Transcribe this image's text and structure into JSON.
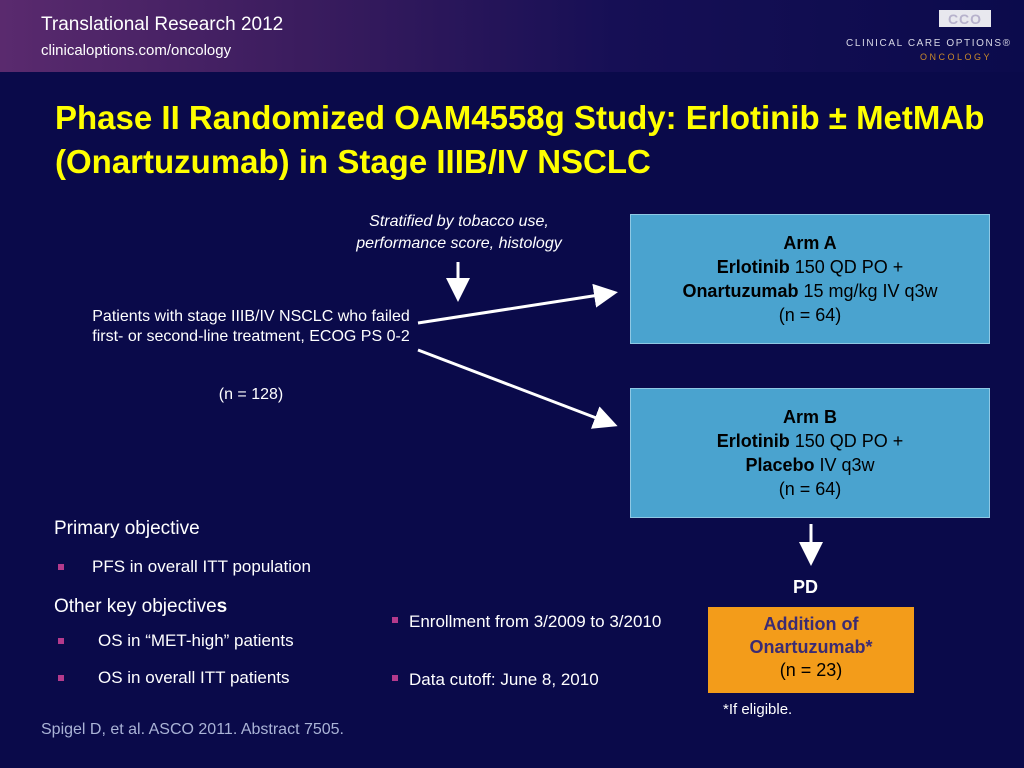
{
  "header": {
    "title": "Translational Research 2012",
    "url": "clinicaloptions.com/oncology",
    "logo_mark": "CCO",
    "logo_name": "CLINICAL CARE OPTIONS®",
    "logo_sub": "ONCOLOGY"
  },
  "slide": {
    "title": "Phase II Randomized OAM4558g Study: Erlotinib ± MetMAb (Onartuzumab) in Stage IIIB/IV NSCLC"
  },
  "design": {
    "stratification": "Stratified by tobacco use, performance score, histology",
    "patients": "Patients with stage IIIB/IV NSCLC who failed first- or second-line treatment, ECOG PS 0-2",
    "patients_n": "(n = 128)",
    "arm_a": {
      "title": "Arm A",
      "drug1": "Erlotinib",
      "dose1": "150 QD PO +",
      "drug2": "Onartuzumab",
      "dose2": "15 mg/kg IV q3w",
      "n": "(n = 64)"
    },
    "arm_b": {
      "title": "Arm B",
      "drug1": "Erlotinib",
      "dose1": "150 QD PO +",
      "drug2": "Placebo",
      "dose2": "IV q3w",
      "n": "(n = 64)"
    },
    "pd_label": "PD",
    "addition": {
      "title": "Addition of Onartuzumab*",
      "n": "(n = 23)"
    },
    "footnote": "*If eligible."
  },
  "objectives": {
    "primary_heading": "Primary objective",
    "primary_items": [
      "PFS in overall ITT population"
    ],
    "other_heading_main": "Other key objective",
    "other_heading_bold": "s",
    "other_items": [
      "OS in “MET-high” patients",
      "OS in overall ITT patients"
    ]
  },
  "timeline": {
    "items": [
      "Enrollment from 3/2009 to 3/2010",
      "Data cutoff: June 8, 2010"
    ]
  },
  "citation": "Spigel D, et al. ASCO 2011. Abstract 7505.",
  "colors": {
    "background": "#0a0a4a",
    "title": "#ffff00",
    "arm_box": "#4aa3cf",
    "addition_box": "#f39c1a",
    "bullet": "#b43a8c"
  }
}
